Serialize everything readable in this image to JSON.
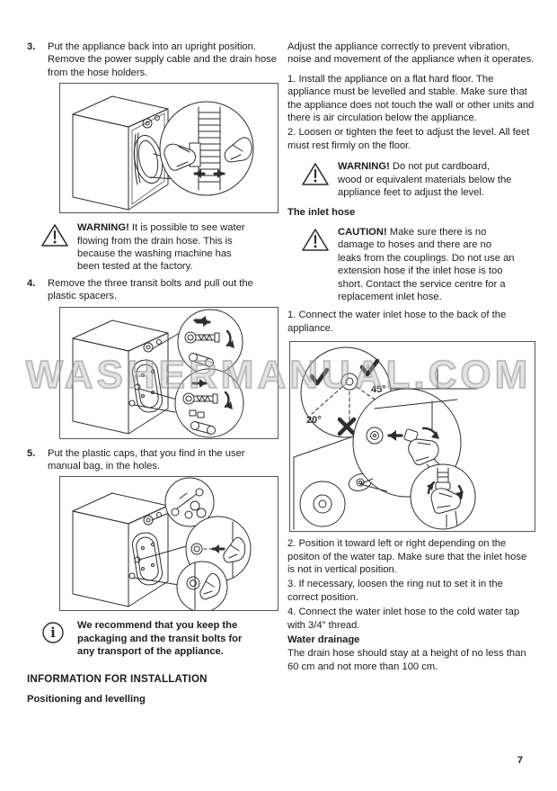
{
  "page": {
    "number": "7",
    "watermark": "WASHERMANUAL.COM"
  },
  "left": {
    "step3": {
      "num": "3.",
      "text": "Put the appliance back into an upright position. Remove the power supply cable and the drain hose from the hose holders."
    },
    "warning_drain": {
      "label": "WARNING!",
      "text": " It is possible to see water flowing from the drain hose. This is because the washing machine has been tested at the factory."
    },
    "step4": {
      "num": "4.",
      "text": "Remove the three transit bolts and pull out the plastic spacers."
    },
    "step5": {
      "num": "5.",
      "text": "Put the plastic caps, that you find in the user manual bag, in the holes."
    },
    "info_note": "We recommend that you keep the packaging and the transit bolts for any transport of the appliance.",
    "section_heading": "INFORMATION FOR INSTALLATION",
    "sub_heading": "Positioning and levelling"
  },
  "right": {
    "intro": "Adjust the appliance correctly to prevent vibration, noise and movement of the appliance when it operates.",
    "step1": "1. Install the appliance on a flat hard floor. The appliance must be levelled and stable. Make sure that the appliance does not touch the wall or other units and there is air circulation below the appliance.",
    "step2": "2. Loosen or tighten the feet to adjust the level. All feet must rest firmly on the floor.",
    "warning_level": {
      "label": "WARNING!",
      "text": " Do not put cardboard, wood or equivalent materials below the appliance feet to adjust the level."
    },
    "inlet_heading": "The inlet hose",
    "caution_hose": {
      "label": "CAUTION!",
      "text": " Make sure there is no damage to hoses and there are no leaks from the couplings. Do not use an extension hose if the inlet hose is too short. Contact the service centre for a replacement inlet hose."
    },
    "connect_step1": "1. Connect the water inlet hose to the back of the appliance.",
    "figure": {
      "angle_min": "20°",
      "angle_max": "45°"
    },
    "connect_step2": "2. Position it toward left or right depending on the positon of the water tap. Make sure that the inlet hose is not in vertical position.",
    "connect_step3": "3. If necessary, loosen the ring nut to set it in the correct position.",
    "connect_step4": "4. Connect the water inlet hose to the cold water tap with 3/4\" thread.",
    "drainage_heading": "Water drainage",
    "drainage_text": "The drain hose should stay at a height of no less than 60 cm and not more than 100 cm."
  }
}
